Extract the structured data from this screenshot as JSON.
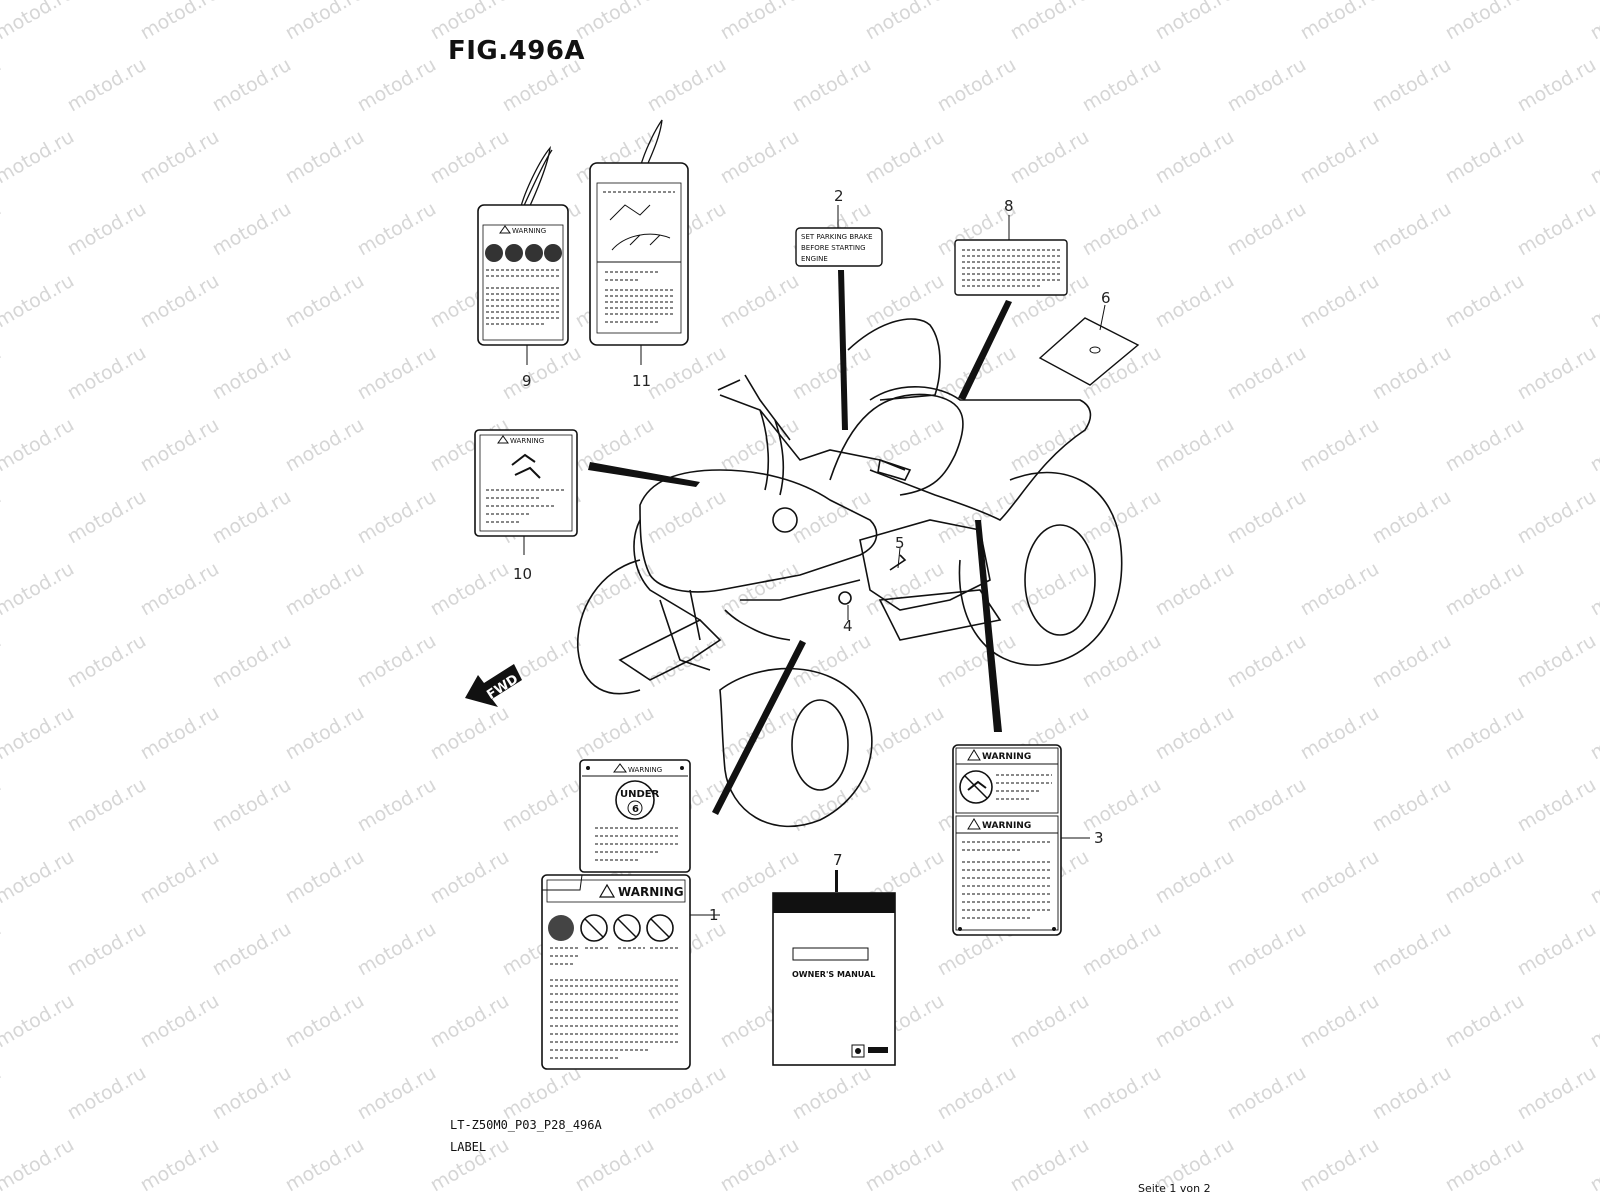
{
  "figure": {
    "title": "FIG.496A",
    "drawing_code": "LT-Z50M0_P03_P28_496A",
    "caption": "LABEL",
    "page_indicator": "Seite 1 von 2",
    "watermark": "motod.ru"
  },
  "callouts": [
    "1",
    "2",
    "3",
    "4",
    "5",
    "6",
    "7",
    "8",
    "9",
    "10",
    "11"
  ],
  "labels": {
    "warning": "WARNING",
    "parking_brake_lines": [
      "SET PARKING BRAKE",
      "BEFORE STARTING",
      "ENGINE"
    ],
    "owners_manual": "OWNER'S MANUAL",
    "under": "UNDER",
    "under_age": "6",
    "fwd": "FWD"
  },
  "colors": {
    "ink": "#111111",
    "watermark": "#d6d6d6",
    "background": "#ffffff"
  }
}
